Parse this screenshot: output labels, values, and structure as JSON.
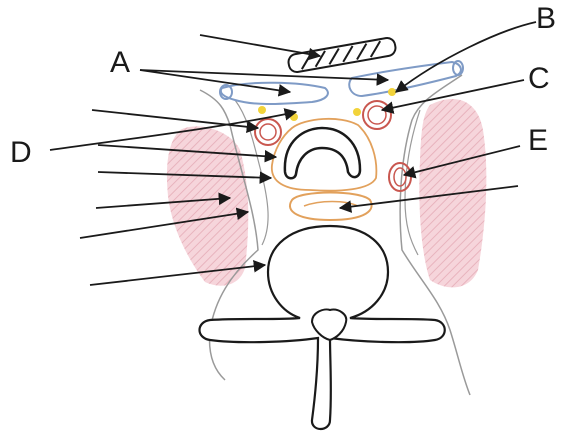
{
  "labels": {
    "a": "A",
    "b": "B",
    "c": "C",
    "d": "D",
    "e": "E"
  },
  "colors": {
    "ink": "#1a1a1a",
    "muscle_pink": "#e4a0ab",
    "vessel_red": "#c9574f",
    "vein_blue": "#7f9bc6",
    "node_yellow": "#f2d33a",
    "outline_orange": "#e2a15c",
    "fascia_gray": "#9a9a9a"
  }
}
